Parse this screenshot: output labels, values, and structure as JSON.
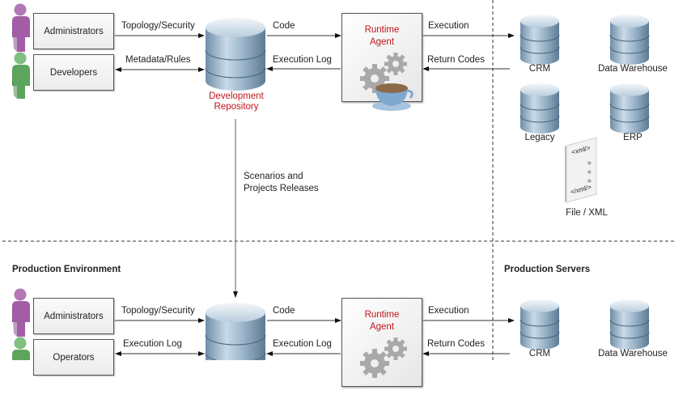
{
  "development": {
    "actors": [
      {
        "label": "Administrators",
        "icon": "person-purple-icon",
        "color": "#a560a8"
      },
      {
        "label": "Developers",
        "icon": "person-green-icon",
        "color": "#5ea35e"
      }
    ],
    "flows": {
      "admin_to_repo": "Topology/Security",
      "dev_repo": "Metadata/Rules",
      "repo_to_agent": "Code",
      "agent_to_repo": "Execution Log",
      "agent_to_servers": "Execution",
      "servers_to_agent": "Return Codes"
    },
    "repository": {
      "line1": "Development",
      "line2": "Repository"
    },
    "agent": {
      "line1": "Runtime",
      "line2": "Agent"
    },
    "servers": [
      {
        "label": "CRM"
      },
      {
        "label": "Data Warehouse"
      },
      {
        "label": "Legacy"
      },
      {
        "label": "ERP"
      },
      {
        "label": "File /  XML",
        "type": "file"
      }
    ],
    "xml_file": {
      "open_tag": "<xml/>",
      "close_tag": "</xml/>"
    }
  },
  "release": {
    "line1": "Scenarios and",
    "line2": "Projects Releases"
  },
  "production": {
    "section_title": "Production Environment",
    "servers_title": "Production Servers",
    "actors": [
      {
        "label": "Administrators",
        "icon": "person-purple-icon"
      },
      {
        "label": "Operators",
        "icon": "person-green-icon"
      }
    ],
    "flows": {
      "admin_to_repo": "Topology/Security",
      "ops_repo": "Execution Log",
      "repo_to_agent": "Code",
      "agent_to_repo": "Execution Log",
      "agent_to_servers": "Execution",
      "servers_to_agent": "Return Codes"
    },
    "agent": {
      "line1": "Runtime",
      "line2": "Agent"
    },
    "servers": [
      {
        "label": "CRM"
      },
      {
        "label": "Data Warehouse"
      }
    ]
  },
  "colors": {
    "accent_red": "#c0141c",
    "db_blue": "#7f9fb8",
    "line": "#333333"
  }
}
